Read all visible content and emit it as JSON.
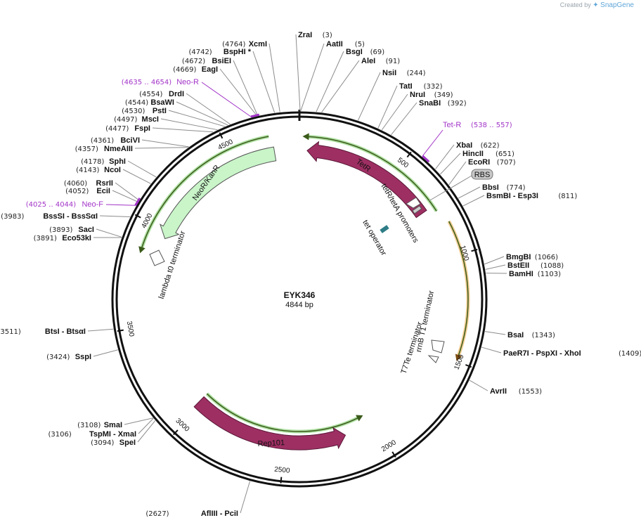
{
  "credit": {
    "created_by": "Created by",
    "brand": "SnapGene"
  },
  "plasmid": {
    "name": "EYK346",
    "length_label": "4844 bp",
    "length": 4844
  },
  "ticks": [
    {
      "label": "500",
      "bp": 500
    },
    {
      "label": "1000",
      "bp": 1000
    },
    {
      "label": "1500",
      "bp": 1500
    },
    {
      "label": "2000",
      "bp": 2000
    },
    {
      "label": "2500",
      "bp": 2500
    },
    {
      "label": "3000",
      "bp": 3000
    },
    {
      "label": "3500",
      "bp": 3500
    },
    {
      "label": "4000",
      "bp": 4000
    },
    {
      "label": "4500",
      "bp": 4500
    }
  ],
  "sites": [
    {
      "name": "ZraI",
      "pos": "(3)",
      "bp": 3,
      "side": "right"
    },
    {
      "name": "AatII",
      "pos": "(5)",
      "bp": 5,
      "side": "right"
    },
    {
      "name": "BsgI",
      "pos": "(69)",
      "bp": 69,
      "side": "right"
    },
    {
      "name": "AleI",
      "pos": "(91)",
      "bp": 91,
      "side": "right"
    },
    {
      "name": "NsiI",
      "pos": "(244)",
      "bp": 244,
      "side": "right"
    },
    {
      "name": "TatI",
      "pos": "(332)",
      "bp": 332,
      "side": "right"
    },
    {
      "name": "NruI",
      "pos": "(349)",
      "bp": 349,
      "side": "right"
    },
    {
      "name": "SnaBI",
      "pos": "(392)",
      "bp": 392,
      "side": "right"
    },
    {
      "name": "XbaI",
      "pos": "(622)",
      "bp": 622,
      "side": "right"
    },
    {
      "name": "HincII",
      "pos": "(651)",
      "bp": 651,
      "side": "right"
    },
    {
      "name": "EcoRI",
      "pos": "(707)",
      "bp": 707,
      "side": "right"
    },
    {
      "name": "BbsI",
      "pos": "(774)",
      "bp": 774,
      "side": "right"
    },
    {
      "name": "BsmBI   - Esp3I",
      "pos": "(811)",
      "bp": 811,
      "side": "right"
    },
    {
      "name": "BmgBI",
      "pos": "(1066)",
      "bp": 1066,
      "side": "right"
    },
    {
      "name": "BstEII",
      "pos": "(1088)",
      "bp": 1088,
      "side": "right"
    },
    {
      "name": "BamHI",
      "pos": "(1103)",
      "bp": 1103,
      "side": "right"
    },
    {
      "name": "BsaI",
      "pos": "(1343)",
      "bp": 1343,
      "side": "right"
    },
    {
      "name": "PaeR7I   - PspXI   - XhoI",
      "pos": "(1409)",
      "bp": 1409,
      "side": "right"
    },
    {
      "name": "AvrII",
      "pos": "(1553)",
      "bp": 1553,
      "side": "right"
    },
    {
      "name": "AflIII   - PciI",
      "pos": "(2627)",
      "bp": 2627,
      "side": "left"
    },
    {
      "name": "SpeI",
      "pos": "(3094)",
      "bp": 3094,
      "side": "left"
    },
    {
      "name": "TspMI   - XmaI",
      "pos": "(3106)",
      "bp": 3106,
      "side": "left"
    },
    {
      "name": "SmaI",
      "pos": "(3108)",
      "bp": 3108,
      "side": "left"
    },
    {
      "name": "SspI",
      "pos": "(3424)",
      "bp": 3424,
      "side": "left"
    },
    {
      "name": "BtsI   - BtsαI",
      "pos": "(3511)",
      "bp": 3511,
      "side": "left"
    },
    {
      "name": "Eco53kI",
      "pos": "(3891)",
      "bp": 3891,
      "side": "left"
    },
    {
      "name": "SacI",
      "pos": "(3893)",
      "bp": 3893,
      "side": "left"
    },
    {
      "name": "BssSI   - BssSαI",
      "pos": "(3983)",
      "bp": 3983,
      "side": "left"
    },
    {
      "name": "EciI",
      "pos": "(4052)",
      "bp": 4052,
      "side": "left"
    },
    {
      "name": "RsrII",
      "pos": "(4060)",
      "bp": 4060,
      "side": "left"
    },
    {
      "name": "NcoI",
      "pos": "(4143)",
      "bp": 4143,
      "side": "left"
    },
    {
      "name": "SphI",
      "pos": "(4178)",
      "bp": 4178,
      "side": "left"
    },
    {
      "name": "NmeAIII",
      "pos": "(4357)",
      "bp": 4357,
      "side": "left"
    },
    {
      "name": "BciVI",
      "pos": "(4361)",
      "bp": 4361,
      "side": "left"
    },
    {
      "name": "FspI",
      "pos": "(4477)",
      "bp": 4477,
      "side": "left"
    },
    {
      "name": "MscI",
      "pos": "(4497)",
      "bp": 4497,
      "side": "left"
    },
    {
      "name": "PstI",
      "pos": "(4530)",
      "bp": 4530,
      "side": "left"
    },
    {
      "name": "BsaWI",
      "pos": "(4544)",
      "bp": 4544,
      "side": "left"
    },
    {
      "name": "DrdI",
      "pos": "(4554)",
      "bp": 4554,
      "side": "left"
    },
    {
      "name": "EagI",
      "pos": "(4669)",
      "bp": 4669,
      "side": "left"
    },
    {
      "name": "BsiEI",
      "pos": "(4672)",
      "bp": 4672,
      "side": "left"
    },
    {
      "name": "BspHI  *",
      "pos": "(4742)",
      "bp": 4742,
      "side": "left"
    },
    {
      "name": "XcmI",
      "pos": "(4764)",
      "bp": 4764,
      "side": "left"
    }
  ],
  "primers": [
    {
      "name": "Tet-R",
      "range": "(538 .. 557)",
      "bp": 547,
      "side": "right"
    },
    {
      "name": "Neo-R",
      "range": "(4635 .. 4654)",
      "bp": 4644,
      "side": "left"
    },
    {
      "name": "Neo-F",
      "range": "(4025 .. 4044)",
      "bp": 4034,
      "side": "left"
    }
  ],
  "features": [
    {
      "name": "TetR",
      "color": "#9e2f63",
      "start": 30,
      "end": 760,
      "direction": "reverse",
      "kind": "cds"
    },
    {
      "name": "NeoR/KanR",
      "color": "#c9f5c9",
      "start": 3960,
      "end": 4710,
      "direction": "reverse",
      "kind": "cds"
    },
    {
      "name": "Rep101",
      "color": "#9e2f63",
      "start": 2160,
      "end": 3000,
      "direction": "reverse",
      "kind": "cds"
    },
    {
      "name": "RBS",
      "color": "#c8c8c8",
      "kind": "rbs"
    },
    {
      "name": "tetR/tetA promoters",
      "kind": "promoter"
    },
    {
      "name": "tet operator",
      "color": "#2e7d86",
      "kind": "operator"
    },
    {
      "name": "lambda t0 terminator",
      "kind": "terminator"
    },
    {
      "name": "rrnB T1 terminator",
      "kind": "terminator"
    },
    {
      "name": "T7Te terminator",
      "kind": "terminator"
    }
  ],
  "colors": {
    "backbone": "#111111",
    "label_line": "#8c8c8c",
    "primer": "#a234c8",
    "orf_green": "#6fc85a",
    "orf_orange": "#e8a63a",
    "cds_magenta": "#9e2f63",
    "cds_light": "#c9f5c9"
  }
}
